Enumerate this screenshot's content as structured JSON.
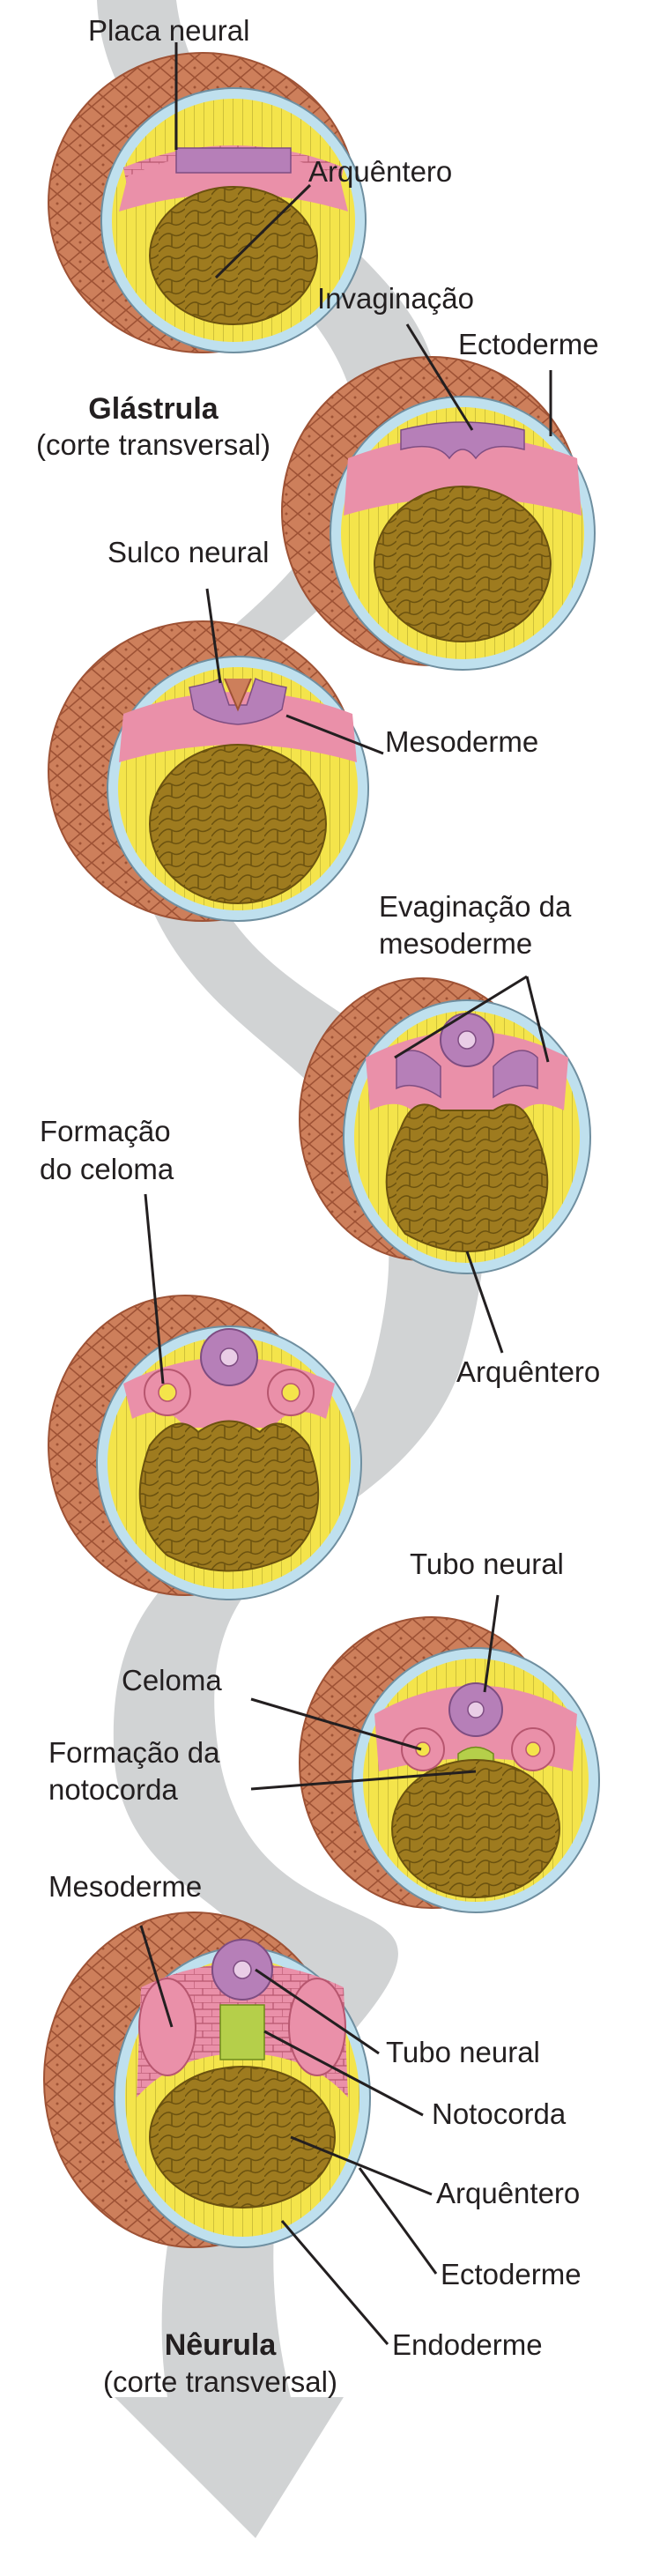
{
  "labels": {
    "placa_neural": "Placa neural",
    "arquentero_1": "Arquêntero",
    "glastrula_title": "Glástrula",
    "glastrula_sub": "(corte transversal)",
    "invaginacao": "Invaginação",
    "ectoderme_1": "Ectoderme",
    "sulco_neural": "Sulco neural",
    "mesoderme_1": "Mesoderme",
    "evaginacao_1": "Evaginação da",
    "evaginacao_2": "mesoderme",
    "arquentero_2": "Arquêntero",
    "formacao_celoma_1": "Formação",
    "formacao_celoma_2": "do celoma",
    "tubo_neural_1": "Tubo neural",
    "celoma": "Celoma",
    "formacao_notocorda_1": "Formação da",
    "formacao_notocorda_2": "notocorda",
    "mesoderme_2": "Mesoderme",
    "tubo_neural_2": "Tubo neural",
    "notocorda": "Notocorda",
    "arquentero_3": "Arquêntero",
    "ectoderme_2": "Ectoderme",
    "endoderme": "Endoderme",
    "neurula_title": "Nêurula",
    "neurula_sub": "(corte transversal)"
  },
  "colors": {
    "arrow": "#d1d3d4",
    "ectoderm_outer": "#c97a55",
    "ectoderm_thin": "#bfe0ee",
    "mesoderm": "#e98fa8",
    "neural": "#b67fb8",
    "endoderm": "#f3e54a",
    "archenteron": "#9c7a1c",
    "notochord": "#b5cf4a"
  }
}
